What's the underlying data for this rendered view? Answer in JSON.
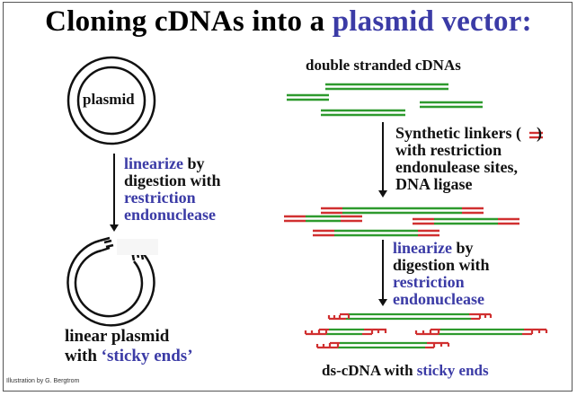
{
  "title": {
    "part1": "Cloning cDNAs into a ",
    "part2": "plasmid vector",
    "part3": ":"
  },
  "colors": {
    "accent_blue": "#3b3ba6",
    "dna_green": "#2e9a2e",
    "linker_red": "#d03030",
    "text": "#111111"
  },
  "left": {
    "plasmid_label": "plasmid",
    "step": {
      "l1_blue": "linearize",
      "l1_black": " by",
      "l2": "digestion with",
      "l3": "restriction",
      "l4": "endonuclease"
    },
    "result": {
      "l1": "linear plasmid",
      "l2_black": "with ",
      "l2_blue": "‘sticky ends’"
    }
  },
  "right": {
    "heading": "double stranded cDNAs",
    "step1": {
      "l1": "Synthetic linkers (",
      "l1_end": ")",
      "l2": "with restriction",
      "l3": "endonulease sites,",
      "l4": "DNA ligase"
    },
    "step2": {
      "l1_blue": "linearize",
      "l1_black": " by",
      "l2": "digestion with",
      "l3": "restriction",
      "l4": "endonuclease"
    },
    "footer_black": "ds-cDNA with ",
    "footer_blue": "sticky ends"
  },
  "credit": "Illustration by G. Bergtrom"
}
